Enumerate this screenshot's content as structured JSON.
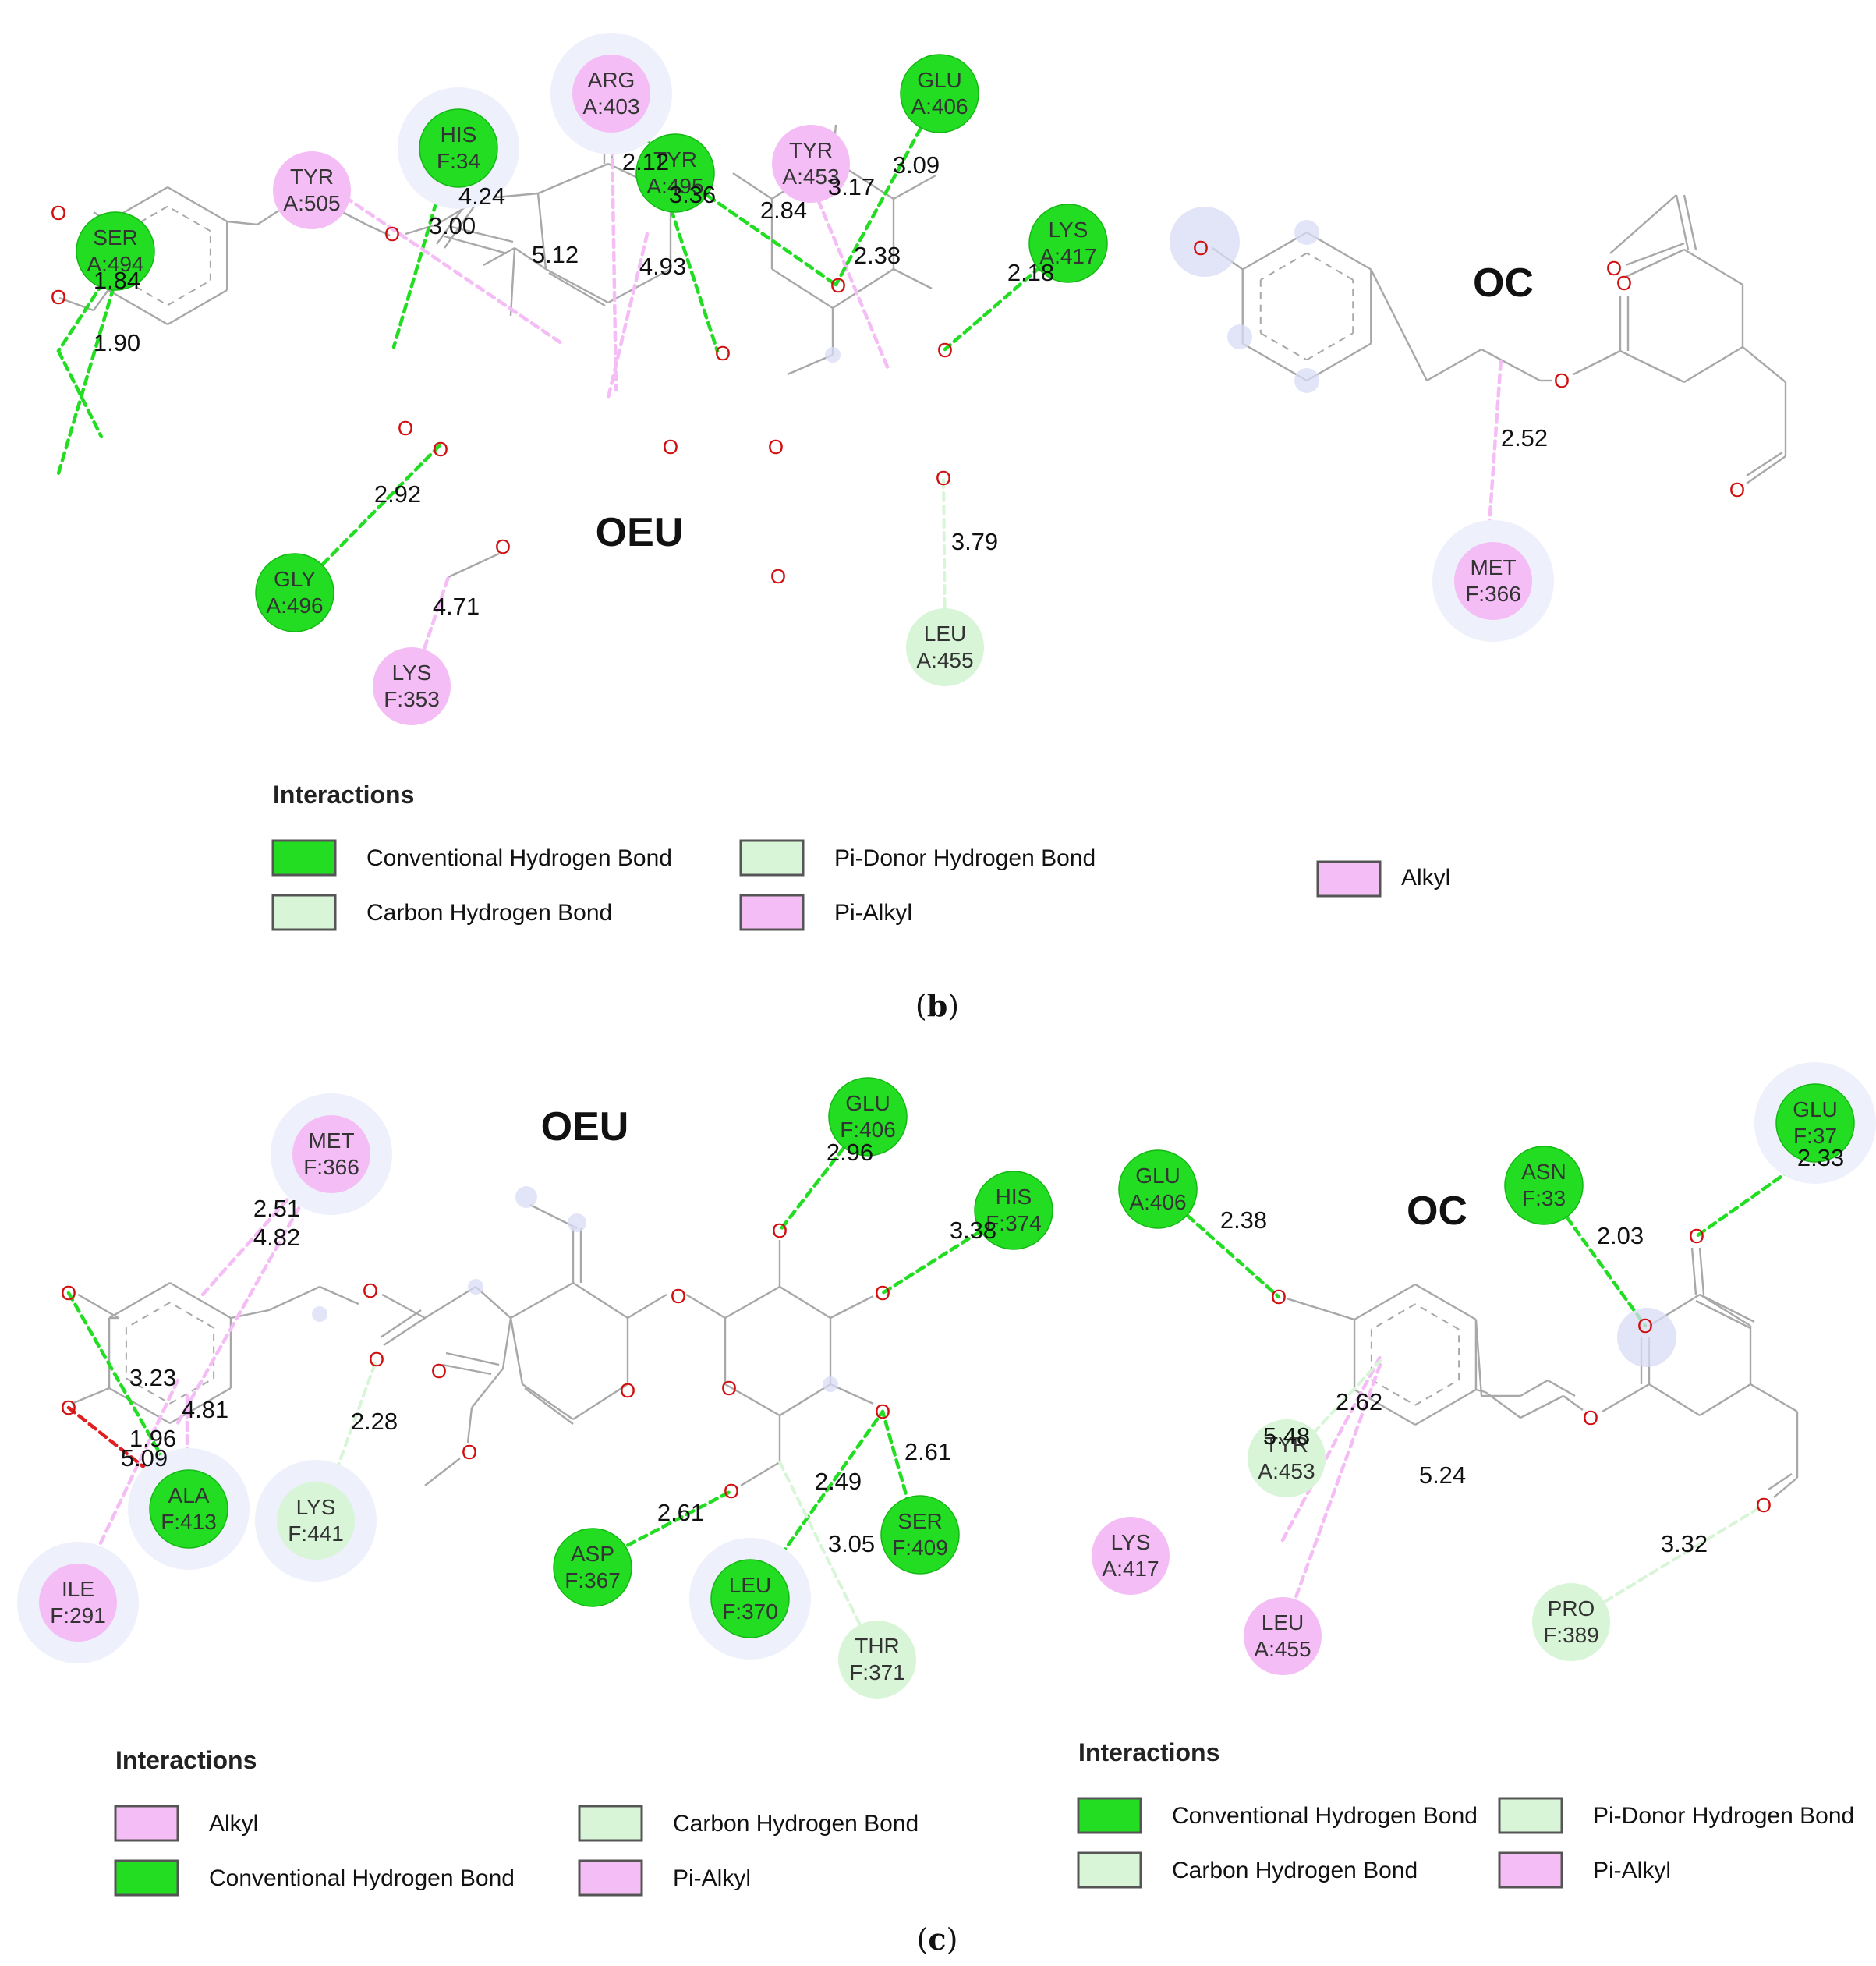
{
  "colors": {
    "hbond_strong": "#22dd22",
    "hbond_weak": "#d8f5d8",
    "alkyl": "#f5bdf5",
    "unfavorable": "#e02020",
    "atom_o": "#d01010",
    "bond": "#a8a8a8"
  },
  "panel_b": {
    "caption": "(b)",
    "caption_letter": "b",
    "ligand_left": "OEU",
    "ligand_right": "OC",
    "residues_left": [
      {
        "name": "SER",
        "id": "A:494",
        "type": "strong"
      },
      {
        "name": "HIS",
        "id": "F:34",
        "type": "strong"
      },
      {
        "name": "TYR",
        "id": "A:505",
        "type": "alkyl"
      },
      {
        "name": "ARG",
        "id": "A:403",
        "type": "alkyl"
      },
      {
        "name": "TYR",
        "id": "A:495",
        "type": "strong"
      },
      {
        "name": "TYR",
        "id": "A:453",
        "type": "alkyl"
      },
      {
        "name": "GLU",
        "id": "A:406",
        "type": "strong"
      },
      {
        "name": "LYS",
        "id": "A:417",
        "type": "strong"
      },
      {
        "name": "GLY",
        "id": "A:496",
        "type": "strong"
      },
      {
        "name": "LYS",
        "id": "F:353",
        "type": "alkyl"
      },
      {
        "name": "LEU",
        "id": "A:455",
        "type": "weak"
      }
    ],
    "residues_right": [
      {
        "name": "MET",
        "id": "F:366",
        "type": "alkyl"
      }
    ],
    "distances_left": [
      "1.84",
      "1.90",
      "4.24",
      "3.00",
      "5.12",
      "2.12",
      "3.36",
      "4.93",
      "2.84",
      "3.17",
      "3.09",
      "2.38",
      "2.18",
      "2.92",
      "4.71",
      "3.79"
    ],
    "distances_right": [
      "2.52"
    ],
    "legend_left": {
      "title": "Interactions",
      "items": [
        {
          "label": "Conventional Hydrogen Bond",
          "swatch": "strong"
        },
        {
          "label": "Carbon Hydrogen Bond",
          "swatch": "weak"
        },
        {
          "label": "Pi-Donor Hydrogen Bond",
          "swatch": "weak"
        },
        {
          "label": "Pi-Alkyl",
          "swatch": "alkyl"
        }
      ]
    },
    "legend_right": {
      "items": [
        {
          "label": "Alkyl",
          "swatch": "alkyl"
        }
      ]
    }
  },
  "panel_c": {
    "caption": "(c)",
    "caption_letter": "c",
    "ligand_left": "OEU",
    "ligand_right": "OC",
    "residues_left": [
      {
        "name": "MET",
        "id": "F:366",
        "type": "alkyl"
      },
      {
        "name": "GLU",
        "id": "F:406",
        "type": "strong"
      },
      {
        "name": "HIS",
        "id": "F:374",
        "type": "strong"
      },
      {
        "name": "ALA",
        "id": "F:413",
        "type": "strong"
      },
      {
        "name": "LYS",
        "id": "F:441",
        "type": "weak"
      },
      {
        "name": "ILE",
        "id": "F:291",
        "type": "alkyl"
      },
      {
        "name": "ASP",
        "id": "F:367",
        "type": "strong"
      },
      {
        "name": "LEU",
        "id": "F:370",
        "type": "strong"
      },
      {
        "name": "SER",
        "id": "F:409",
        "type": "strong"
      },
      {
        "name": "THR",
        "id": "F:371",
        "type": "weak"
      }
    ],
    "residues_right": [
      {
        "name": "GLU",
        "id": "A:406",
        "type": "strong"
      },
      {
        "name": "ASN",
        "id": "F:33",
        "type": "strong"
      },
      {
        "name": "GLU",
        "id": "F:37",
        "type": "strong"
      },
      {
        "name": "TYR",
        "id": "A:453",
        "type": "weak"
      },
      {
        "name": "LYS",
        "id": "A:417",
        "type": "alkyl"
      },
      {
        "name": "LEU",
        "id": "A:455",
        "type": "alkyl"
      },
      {
        "name": "PRO",
        "id": "F:389",
        "type": "weak"
      }
    ],
    "distances_left": [
      "2.51",
      "4.82",
      "2.96",
      "3.38",
      "3.23",
      "4.81",
      "1.96",
      "5.09",
      "2.28",
      "2.61",
      "2.49",
      "2.61",
      "3.05"
    ],
    "distances_right": [
      "2.38",
      "2.33",
      "2.03",
      "2.62",
      "5.48",
      "5.24",
      "3.32"
    ],
    "legend_left": {
      "title": "Interactions",
      "items": [
        {
          "label": "Alkyl",
          "swatch": "alkyl"
        },
        {
          "label": "Conventional Hydrogen Bond",
          "swatch": "strong"
        },
        {
          "label": "Carbon Hydrogen Bond",
          "swatch": "weak"
        },
        {
          "label": "Pi-Alkyl",
          "swatch": "alkyl"
        }
      ]
    },
    "legend_right": {
      "title": "Interactions",
      "items": [
        {
          "label": "Conventional Hydrogen Bond",
          "swatch": "strong"
        },
        {
          "label": "Carbon Hydrogen Bond",
          "swatch": "weak"
        },
        {
          "label": "Pi-Donor Hydrogen Bond",
          "swatch": "weak"
        },
        {
          "label": "Pi-Alkyl",
          "swatch": "alkyl"
        }
      ]
    }
  }
}
